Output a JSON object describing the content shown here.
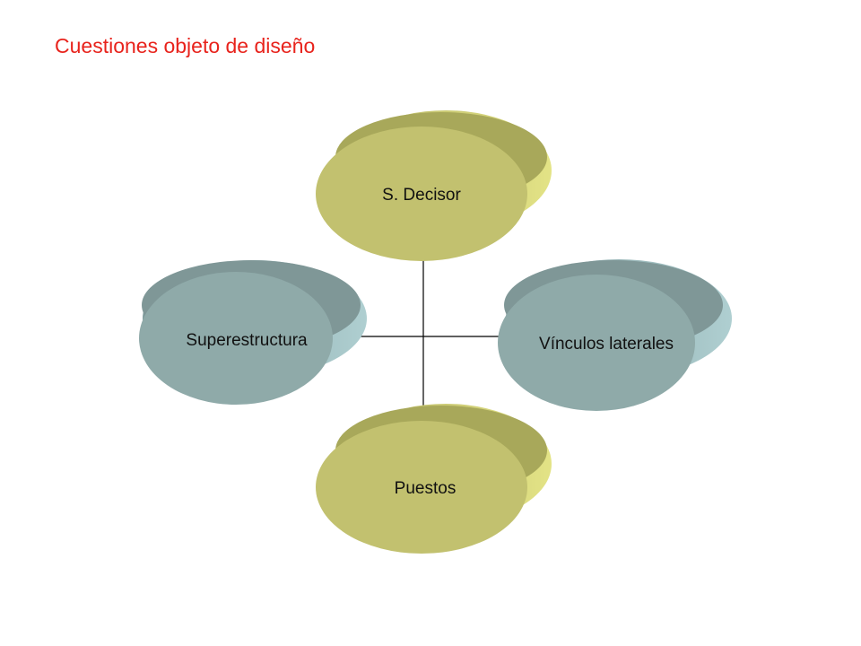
{
  "title": "Cuestiones objeto de diseño",
  "diagram": {
    "nodes": {
      "top": {
        "label": "S. Decisor"
      },
      "left": {
        "label": "Superestructura"
      },
      "right": {
        "label": "Vínculos laterales"
      },
      "bottom": {
        "label": "Puestos"
      }
    },
    "colors": {
      "olive_face": "#c2c16f",
      "olive_side": "#d9d97a",
      "olive_back": "#a8a85a",
      "teal_face": "#8faaa9",
      "teal_side": "#a3c4c6",
      "teal_back": "#7f9797",
      "connector": "#000000",
      "title": "#e8231c"
    }
  }
}
